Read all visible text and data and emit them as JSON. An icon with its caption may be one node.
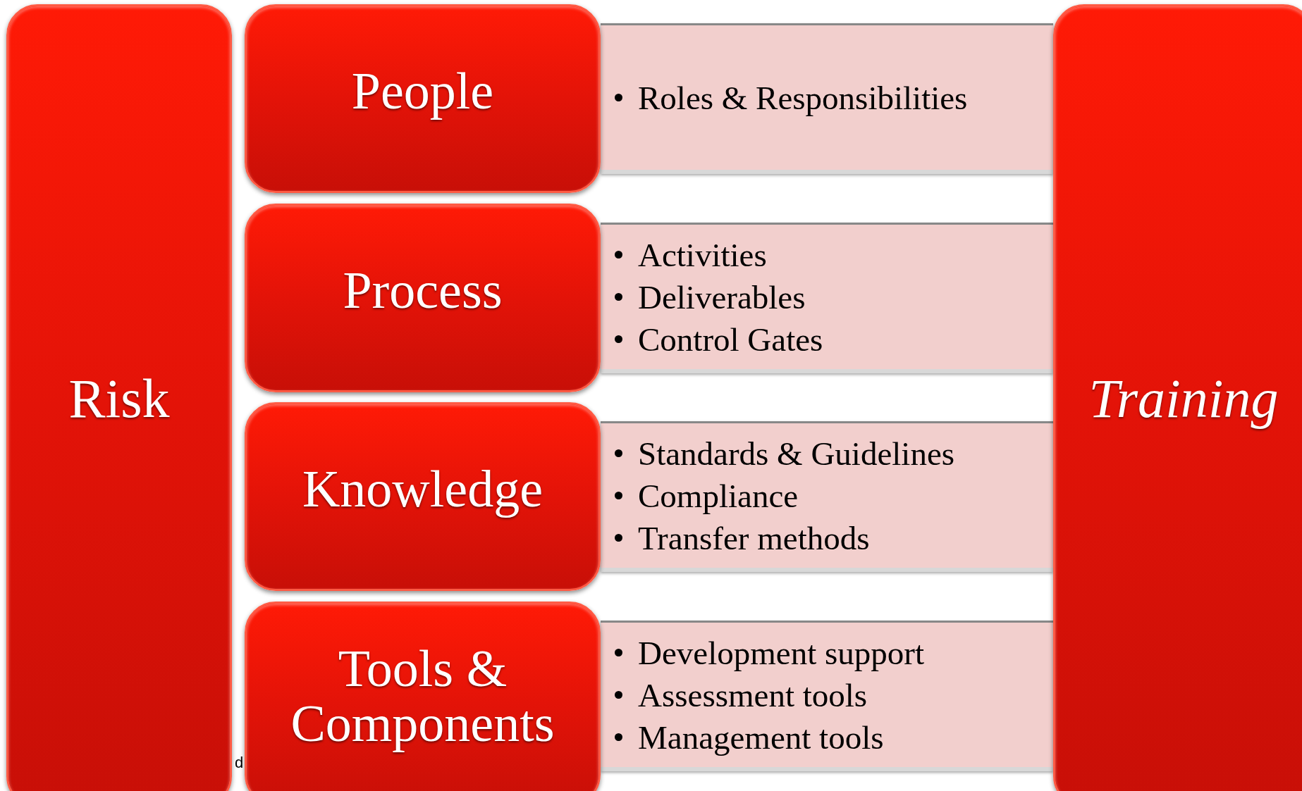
{
  "diagram": {
    "nodes": [
      {
        "text": [
          "Risk"
        ]
      },
      {
        "text": [
          "People"
        ]
      },
      {
        "text": [
          "Roles & Responsibilities"
        ]
      },
      {
        "text": [
          "Process"
        ]
      },
      {
        "text": [
          "Activities",
          "Deliverables",
          "Control Gates"
        ]
      },
      {
        "text": [
          "Knowledge"
        ]
      },
      {
        "text": [
          "Standards & Guidelines",
          "Compliance",
          "Transfer methods"
        ]
      },
      {
        "text": [
          "Tools & Components"
        ]
      },
      {
        "text": [
          "Development support",
          "Assessment tools",
          "Management tools"
        ]
      },
      {
        "text": [
          "Training"
        ]
      }
    ],
    "labels": [
      "d"
    ]
  }
}
